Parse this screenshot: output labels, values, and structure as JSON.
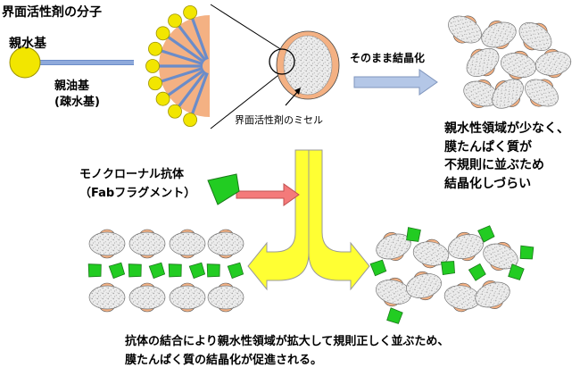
{
  "title": "界面活性剤の分子",
  "hydrophilic_label": "親水基",
  "hydrophobic_label_line1": "親油基",
  "hydrophobic_label_line2": "(疎水基)",
  "micelle_label": "界面活性剤のミセル",
  "crystallize_label": "そのまま結晶化",
  "problem_text": [
    "親水性領域が少なく、",
    "膜たんぱく質が",
    "不規則に並ぶため",
    "結晶化しづらい"
  ],
  "antibody_label_line1": "モノクローナル抗体",
  "antibody_label_line2": "（Fabフラグメント）",
  "conclusion_text": [
    "抗体の結合により親水性領域が拡大して規則正しく並ぶため、",
    "膜たんぱく質の結晶化が促進される。"
  ],
  "colors": {
    "head_yellow": "#f2e600",
    "tail_blue": "#8ea9db",
    "protein_orange": "#f4b183",
    "protein_grey": "#e4e4e4",
    "antibody_green": "#22cc22",
    "arrow_yellow": "#ffff33",
    "arrow_red": "#f47a7a",
    "arrow_blue": "#b4c7e7"
  }
}
